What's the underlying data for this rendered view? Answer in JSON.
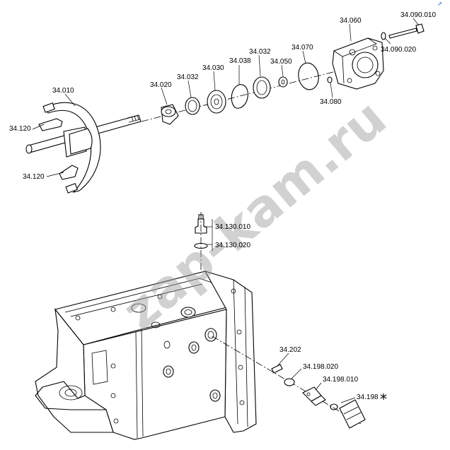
{
  "watermark": "zap-kam.ru",
  "corner_mark": "↗",
  "asterisk": "*",
  "labels": {
    "p34_010": "34.010",
    "p34_120a": "34.120",
    "p34_120b": "34.120",
    "p34_020": "34.020",
    "p34_032a": "34.032",
    "p34_030": "34.030",
    "p34_038": "34.038",
    "p34_032b": "34.032",
    "p34_050": "34.050",
    "p34_070": "34.070",
    "p34_060": "34.060",
    "p34_080": "34.080",
    "p34_090_010": "34.090.010",
    "p34_090_020": "34.090.020",
    "p34_130_010": "34.130.010",
    "p34_130_020": "34.130.020",
    "p34_202": "34.202",
    "p34_198_020": "34.198.020",
    "p34_198_010": "34.198.010",
    "p34_198": "34.198"
  }
}
